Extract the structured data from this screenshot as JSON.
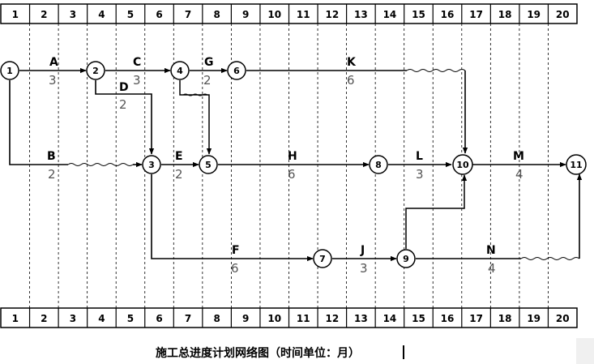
{
  "caption": "施工总进度计划网络图（时间单位：月）",
  "timescale": [
    "1",
    "2",
    "3",
    "4",
    "5",
    "6",
    "7",
    "8",
    "9",
    "10",
    "11",
    "12",
    "13",
    "14",
    "15",
    "16",
    "17",
    "18",
    "19",
    "20"
  ],
  "nodes": [
    {
      "id": "1",
      "label": "1"
    },
    {
      "id": "2",
      "label": "2"
    },
    {
      "id": "3",
      "label": "3"
    },
    {
      "id": "4",
      "label": "4"
    },
    {
      "id": "5",
      "label": "5"
    },
    {
      "id": "6",
      "label": "6"
    },
    {
      "id": "7",
      "label": "7"
    },
    {
      "id": "8",
      "label": "8"
    },
    {
      "id": "9",
      "label": "9"
    },
    {
      "id": "10",
      "label": "10"
    },
    {
      "id": "11",
      "label": "11"
    }
  ],
  "activities": [
    {
      "name": "A",
      "duration": "3",
      "from": "1",
      "to": "2"
    },
    {
      "name": "B",
      "duration": "2",
      "from": "1",
      "to": "3"
    },
    {
      "name": "C",
      "duration": "3",
      "from": "2",
      "to": "4"
    },
    {
      "name": "D",
      "duration": "2",
      "from": "2",
      "to": "3"
    },
    {
      "name": "E",
      "duration": "2",
      "from": "3",
      "to": "5"
    },
    {
      "name": "F",
      "duration": "6",
      "from": "3",
      "to": "7"
    },
    {
      "name": "G",
      "duration": "2",
      "from": "4",
      "to": "6"
    },
    {
      "name": "H",
      "duration": "6",
      "from": "5",
      "to": "8"
    },
    {
      "name": "J",
      "duration": "3",
      "from": "7",
      "to": "9"
    },
    {
      "name": "K",
      "duration": "6",
      "from": "6",
      "to": "10"
    },
    {
      "name": "L",
      "duration": "3",
      "from": "8",
      "to": "10"
    },
    {
      "name": "M",
      "duration": "4",
      "from": "10",
      "to": "11"
    },
    {
      "name": "N",
      "duration": "4",
      "from": "9",
      "to": "11"
    }
  ],
  "dummies": [
    {
      "from": "4",
      "to": "5"
    },
    {
      "from": "9",
      "to": "10"
    }
  ]
}
